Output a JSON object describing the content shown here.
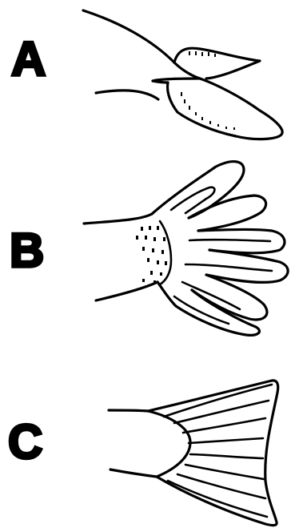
{
  "panels": [
    {
      "label": "A"
    },
    {
      "label": "B"
    },
    {
      "label": "C"
    }
  ],
  "colors": {
    "ink": "#000000",
    "background": "#ffffff"
  }
}
